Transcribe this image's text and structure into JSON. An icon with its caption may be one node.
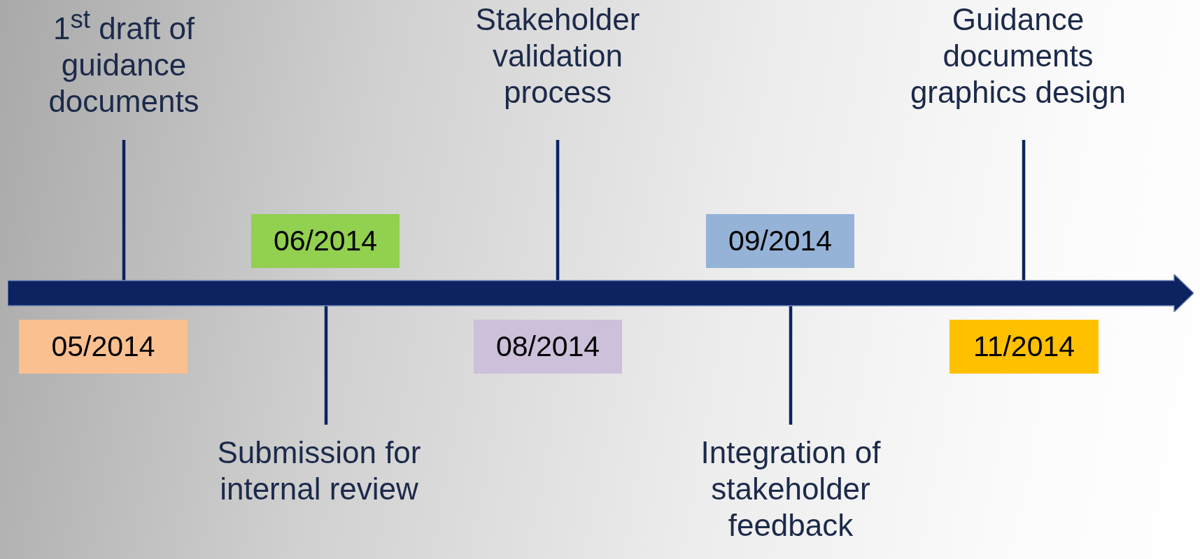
{
  "diagram": {
    "nodes": [
      {
        "text": [
          "1$^{st}$ draft of guidance documents"
        ]
      },
      {
        "text": [
          "Stakeholder validation process"
        ]
      },
      {
        "text": [
          "Guidance documents graphics design"
        ]
      },
      {
        "text": [
          "06/2014"
        ]
      },
      {
        "text": [
          "09/2014"
        ]
      },
      {
        "text": [],
        "shape": "bar"
      },
      {
        "text": [
          "05/2014"
        ]
      },
      {
        "text": [
          "08/2014"
        ]
      },
      {
        "text": [
          "11/2014"
        ]
      },
      {
        "text": [
          "Submission for internal review"
        ]
      },
      {
        "text": [
          "Integration of stakeholder feedback"
        ]
      }
    ],
    "edges": [
      {
        "from": 0,
        "to": 5,
        "arrow": "none"
      },
      {
        "from": 1,
        "to": 5,
        "arrow": "none"
      },
      {
        "from": 2,
        "to": 5,
        "arrow": "none"
      },
      {
        "from": 9,
        "to": 5,
        "arrow": "none"
      },
      {
        "from": 10,
        "to": 5,
        "arrow": "none"
      }
    ]
  }
}
